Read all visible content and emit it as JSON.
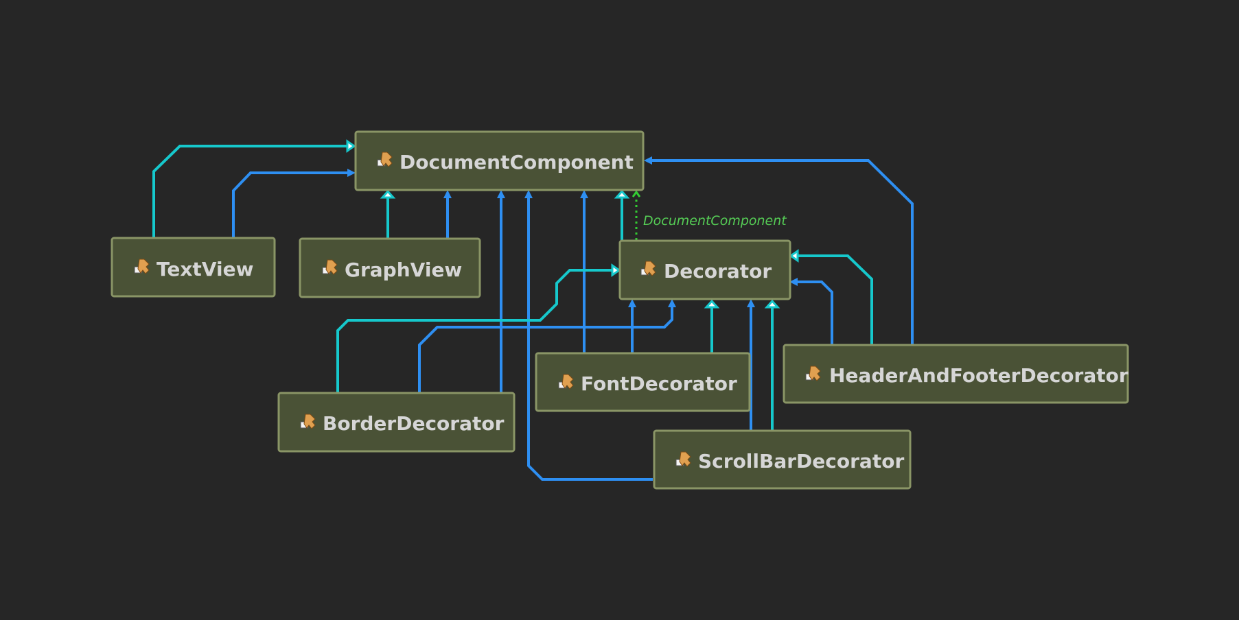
{
  "nodes": {
    "document_component": {
      "label": "DocumentComponent",
      "icon": "abstract-class-icon"
    },
    "text_view": {
      "label": "TextView",
      "icon": "class-icon"
    },
    "graph_view": {
      "label": "GraphView",
      "icon": "class-icon"
    },
    "decorator": {
      "label": "Decorator",
      "icon": "abstract-class-icon"
    },
    "font_decorator": {
      "label": "FontDecorator",
      "icon": "class-icon"
    },
    "header_and_footer_decorator": {
      "label": "HeaderAndFooterDecorator",
      "icon": "class-icon"
    },
    "border_decorator": {
      "label": "BorderDecorator",
      "icon": "class-icon"
    },
    "scroll_bar_decorator": {
      "label": "ScrollBarDecorator",
      "icon": "class-icon"
    }
  },
  "edge_labels": {
    "decorator_dependency": "DocumentComponent"
  },
  "colors": {
    "background": "#262626",
    "node_fill": "#4a5236",
    "node_border": "#8a9566",
    "association_edge": "#2e8ff2",
    "inheritance_edge": "#16c8cc",
    "dependency_edge": "#33cc33"
  }
}
